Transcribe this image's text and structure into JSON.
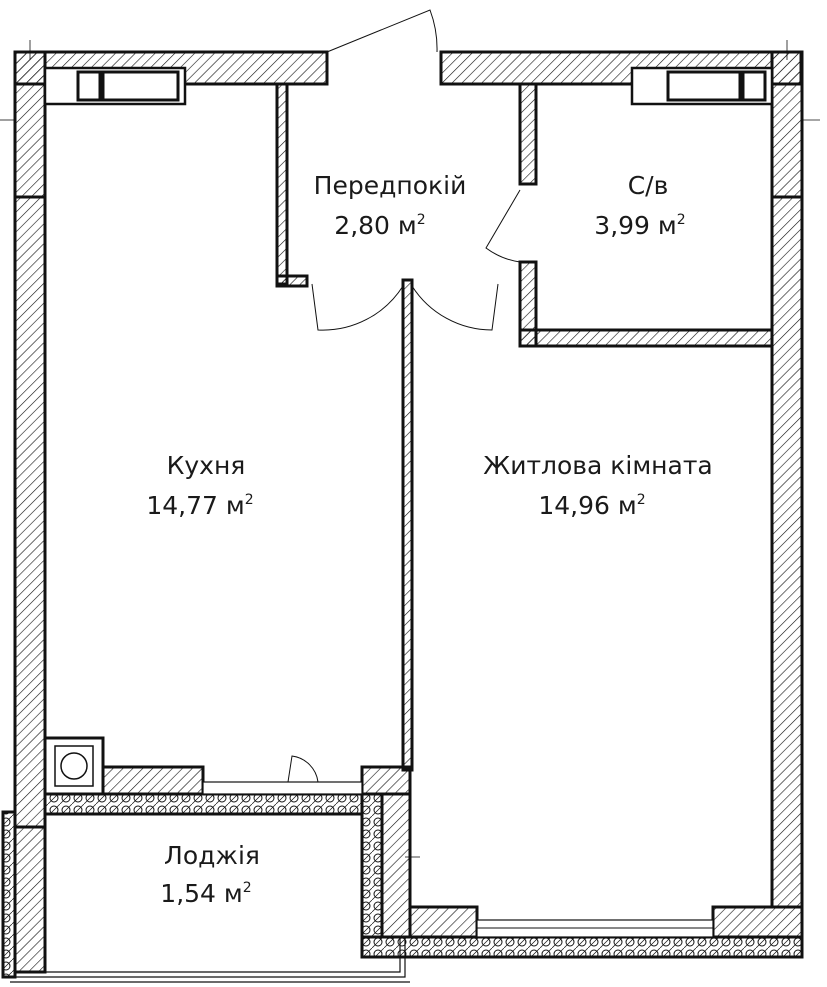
{
  "rooms": [
    {
      "id": "hallway",
      "name": "Передпокій",
      "area": "2,80 м",
      "unit_sup": "2"
    },
    {
      "id": "bathroom",
      "name": "С/в",
      "area": "3,99 м",
      "unit_sup": "2"
    },
    {
      "id": "kitchen",
      "name": "Кухня",
      "area": "14,77 м",
      "unit_sup": "2"
    },
    {
      "id": "living",
      "name": "Житлова кімната",
      "area": "14,96 м",
      "unit_sup": "2"
    },
    {
      "id": "loggia",
      "name": "Лоджія",
      "area": "1,54 м",
      "unit_sup": "2"
    }
  ],
  "colors": {
    "line": "#111111",
    "background": "#ffffff",
    "text": "#1a1a1a"
  }
}
